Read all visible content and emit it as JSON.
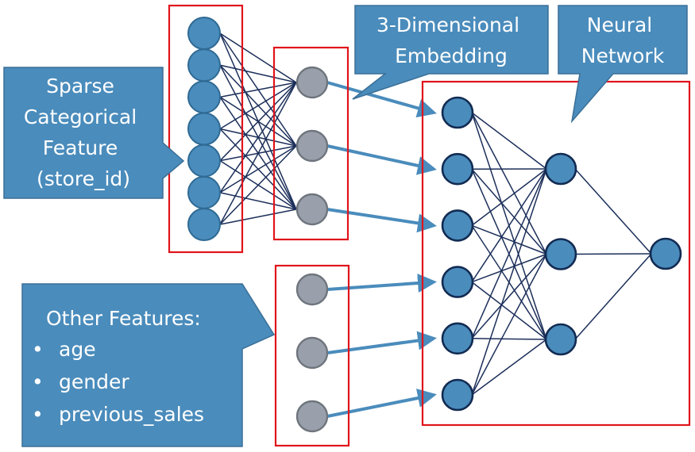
{
  "diagram": {
    "title": "Entity embedding of sparse categorical feature feeding a neural network",
    "colors": {
      "callout_fill": "#4a8cbc",
      "group_box": "#e0141c",
      "node_blue": "#4a8cbc",
      "node_gray": "#99a0ab",
      "edge": "#1c2f5a",
      "arrow": "#4a8cbc"
    },
    "callouts": {
      "sparse": {
        "lines": [
          "Sparse",
          "Categorical",
          "Feature",
          "(store_id)"
        ]
      },
      "embedding": {
        "lines": [
          "3-Dimensional",
          "Embedding"
        ]
      },
      "neural_network": {
        "lines": [
          "Neural",
          "Network"
        ]
      },
      "other_features": {
        "heading": "Other Features:",
        "bullet_symbol": "•",
        "items": [
          "age",
          "gender",
          "previous_sales"
        ]
      }
    },
    "layers": {
      "sparse_input_nodes": 7,
      "embedding_nodes": 3,
      "other_feature_nodes": 3,
      "nn_input_nodes": 6,
      "nn_hidden_nodes": 3,
      "nn_output_nodes": 1
    },
    "connections": {
      "sparse_to_embedding": "fully-connected",
      "embedding_to_nn_input": "one-to-one arrows (nodes 1-3)",
      "other_to_nn_input": "one-to-one arrows (nodes 4-6)",
      "nn_input_to_hidden": "fully-connected",
      "hidden_to_output": "fully-connected"
    }
  }
}
